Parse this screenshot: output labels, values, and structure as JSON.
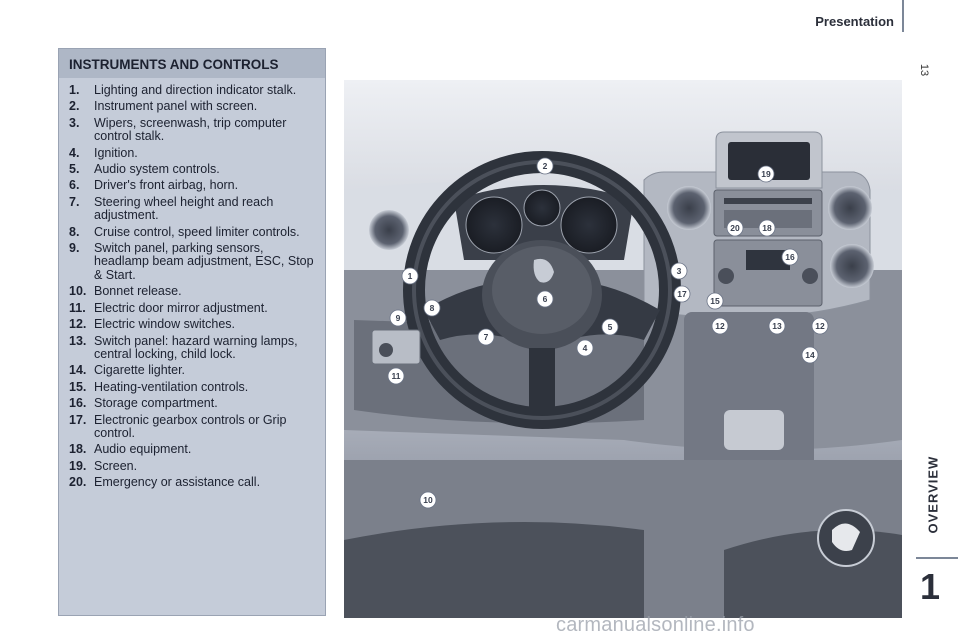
{
  "header": {
    "title": "Presentation",
    "page_number": "13"
  },
  "sidebar": {
    "label": "OVERVIEW",
    "chapter": "1"
  },
  "panel": {
    "title": "INSTRUMENTS AND CONTROLS",
    "items": [
      {
        "num": "1.",
        "text": "Lighting and direction indicator stalk."
      },
      {
        "num": "2.",
        "text": "Instrument panel with screen."
      },
      {
        "num": "3.",
        "text": "Wipers, screenwash, trip computer control stalk."
      },
      {
        "num": "4.",
        "text": "Ignition."
      },
      {
        "num": "5.",
        "text": "Audio system controls."
      },
      {
        "num": "6.",
        "text": "Driver's front airbag, horn."
      },
      {
        "num": "7.",
        "text": "Steering wheel height and reach adjustment."
      },
      {
        "num": "8.",
        "text": "Cruise control, speed limiter controls."
      },
      {
        "num": "9.",
        "text": "Switch panel, parking sensors, headlamp beam adjustment, ESC, Stop & Start."
      },
      {
        "num": "10.",
        "text": "Bonnet release."
      },
      {
        "num": "11.",
        "text": "Electric door mirror adjustment."
      },
      {
        "num": "12.",
        "text": "Electric window switches."
      },
      {
        "num": "13.",
        "text": "Switch panel: hazard warning lamps, central locking, child lock."
      },
      {
        "num": "14.",
        "text": "Cigarette lighter."
      },
      {
        "num": "15.",
        "text": "Heating-ventilation controls."
      },
      {
        "num": "16.",
        "text": "Storage compartment."
      },
      {
        "num": "17.",
        "text": "Electronic gearbox controls or Grip control."
      },
      {
        "num": "18.",
        "text": "Audio equipment."
      },
      {
        "num": "19.",
        "text": "Screen."
      },
      {
        "num": "20.",
        "text": "Emergency or assistance call."
      }
    ]
  },
  "callouts": [
    "1",
    "2",
    "3",
    "4",
    "5",
    "6",
    "7",
    "8",
    "9",
    "10",
    "11",
    "12",
    "12",
    "13",
    "14",
    "15",
    "16",
    "17",
    "18",
    "19",
    "20"
  ],
  "watermark": "carmanualsonline.info"
}
